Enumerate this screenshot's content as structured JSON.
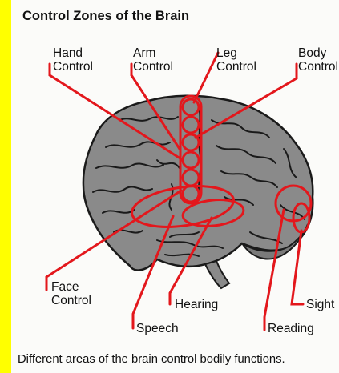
{
  "title": "Control Zones of the Brain",
  "labels": {
    "hand": [
      "Hand",
      "Control"
    ],
    "arm": [
      "Arm",
      "Control"
    ],
    "leg": [
      "Leg",
      "Control"
    ],
    "body": [
      "Body",
      "Control"
    ],
    "face": [
      "Face",
      "Control"
    ],
    "hearing": "Hearing",
    "sight": "Sight",
    "speech": "Speech",
    "reading": "Reading"
  },
  "caption": "Different areas of the brain control bodily functions.",
  "colors": {
    "page_border": "#ffff00",
    "brain_fill": "#8a8a8a",
    "brain_outline": "#1a1a1a",
    "callout": "#e3171c"
  }
}
